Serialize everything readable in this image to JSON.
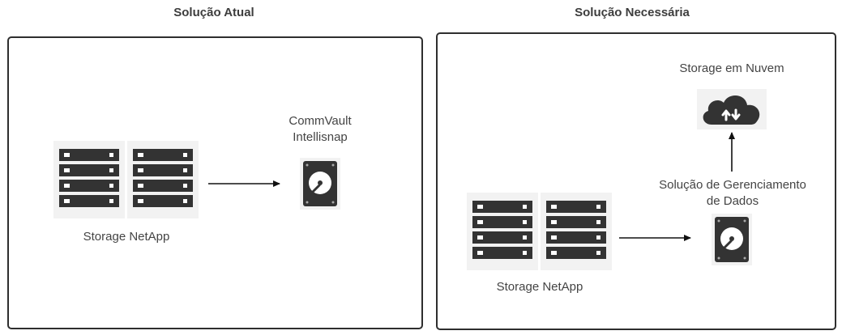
{
  "left_panel": {
    "title": "Solução Atual",
    "storage_label": "Storage NetApp",
    "target_label_line1": "CommVault",
    "target_label_line2": "Intellisnap"
  },
  "right_panel": {
    "title": "Solução Necessária",
    "cloud_label": "Storage em Nuvem",
    "middle_label_line1": "Solução de Gerenciamento",
    "middle_label_line2": "de Dados",
    "storage_label": "Storage NetApp"
  },
  "icons": {
    "server": "server-rack-icon",
    "disk": "hard-drive-icon",
    "cloud": "cloud-sync-icon"
  },
  "colors": {
    "border": "#2e2e2e",
    "icon_dark": "#333333",
    "text": "#444444"
  }
}
